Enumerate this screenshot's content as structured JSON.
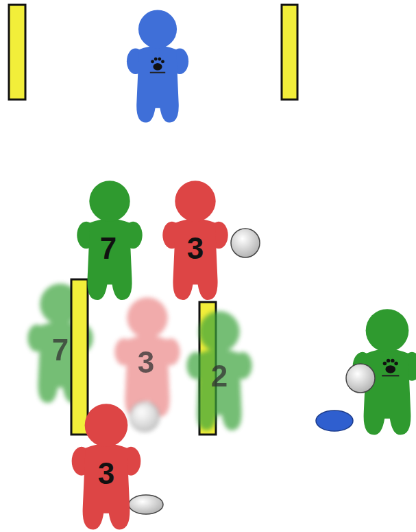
{
  "diagram": {
    "labels": [
      "7",
      "3",
      "7",
      "3",
      "2",
      "3"
    ]
  }
}
